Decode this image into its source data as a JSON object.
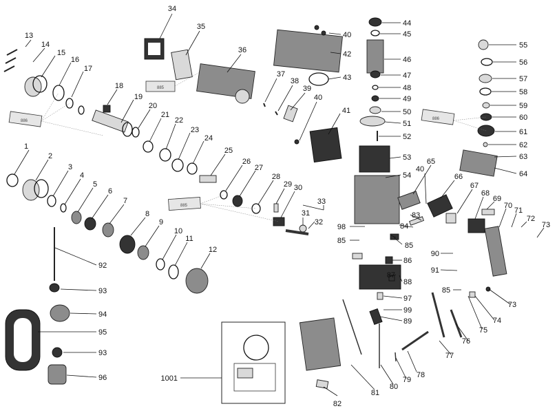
{
  "part_numbers": [
    "1",
    "2",
    "3",
    "4",
    "5",
    "6",
    "7",
    "8",
    "9",
    "10",
    "11",
    "12",
    "13",
    "14",
    "15",
    "16",
    "17",
    "18",
    "19",
    "20",
    "21",
    "22",
    "23",
    "24",
    "25",
    "26",
    "27",
    "28",
    "29",
    "30",
    "31",
    "32",
    "33",
    "34",
    "35",
    "36",
    "37",
    "38",
    "39",
    "40",
    "41",
    "42",
    "43",
    "44",
    "45",
    "46",
    "47",
    "48",
    "49",
    "50",
    "51",
    "52",
    "53",
    "54",
    "55",
    "56",
    "57",
    "58",
    "59",
    "60",
    "61",
    "62",
    "63",
    "64",
    "65",
    "66",
    "67",
    "68",
    "69",
    "70",
    "71",
    "72",
    "73",
    "74",
    "75",
    "76",
    "77",
    "78",
    "79",
    "80",
    "81",
    "82",
    "83",
    "84",
    "85",
    "86",
    "87",
    "88",
    "89",
    "90",
    "91",
    "92",
    "93",
    "94",
    "95",
    "96",
    "97",
    "98",
    "99",
    "1001"
  ],
  "grease_labels": [
    "886",
    "885",
    "886",
    "885"
  ]
}
